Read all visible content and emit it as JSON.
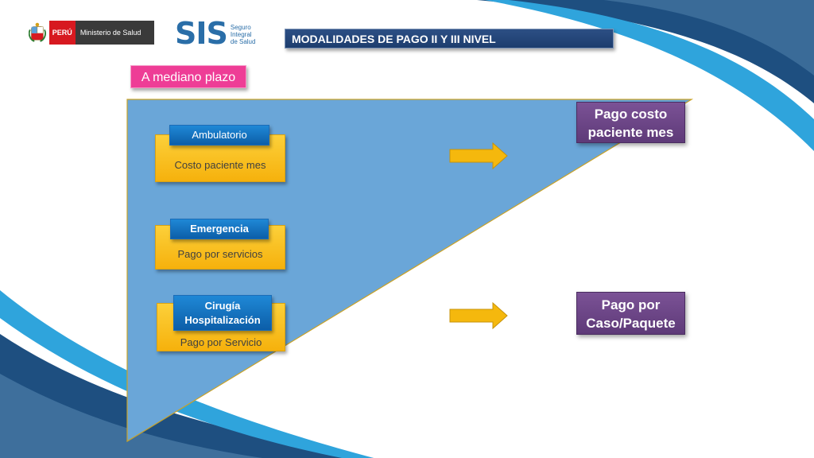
{
  "header": {
    "peru_label": "PERÚ",
    "ministry_label": "Ministerio de Salud",
    "sis_word": "SIS",
    "sis_sub": [
      "Seguro",
      "Integral",
      "de Salud"
    ],
    "title": "MODALIDADES DE PAGO II Y III NIVEL"
  },
  "tag": "A mediano plazo",
  "items": [
    {
      "heading": "Ambulatorio",
      "heading_bold": false,
      "detail": "Costo paciente mes"
    },
    {
      "heading": "Emergencia",
      "heading_bold": true,
      "detail": "Pago por servicios"
    },
    {
      "heading_lines": [
        "Cirugía",
        "Hospitalización"
      ],
      "heading_bold": true,
      "detail": "Pago por Servicio"
    }
  ],
  "results": [
    {
      "lines": [
        "Pago costo",
        "paciente mes"
      ]
    },
    {
      "lines": [
        "Pago por",
        "Caso/Paquete"
      ]
    }
  ],
  "icons": [
    "peru-crest-icon",
    "arrow-right-icon"
  ],
  "colors": {
    "navy": "#1d3d6e",
    "pink": "#ee3d96",
    "triangle_blue": "#6aa6d8",
    "yellow": "#f6b10c",
    "button_blue": "#0c5ea8",
    "purple": "#5e3a78",
    "arrow": "#f5b80d"
  }
}
